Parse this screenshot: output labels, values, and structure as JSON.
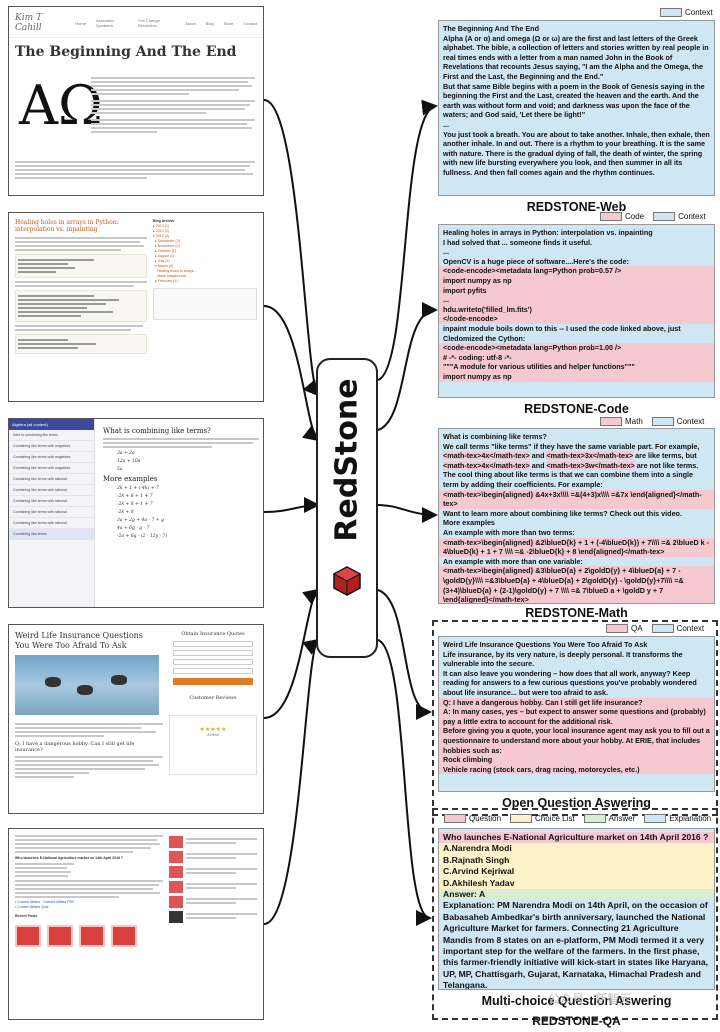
{
  "center": {
    "label": "RedStone"
  },
  "screenshots": {
    "web": {
      "logo": "Kim T Cahill",
      "nav": [
        "Home",
        "Ascended Speakers",
        "The Change Revolution",
        "About",
        "Blog",
        "Store",
        "Contact"
      ],
      "title": "The Beginning And The End"
    },
    "code": {
      "title": "Healing holes in arrays in Python: interpolation vs. inpainting",
      "sidebar_heading": "Blog Archive"
    },
    "math": {
      "sidebar_heading": "Algebra (all content)",
      "sidebar_items": [
        "Intro to combining like terms",
        "Combining like terms with negatives",
        "Combining like terms with negatives",
        "Combining like terms with negatives",
        "Combining like terms with rational",
        "Combining like terms with rational",
        "Combining like terms with rational",
        "Combining like terms with rational",
        "Combining like terms with rational",
        "Combining like terms"
      ],
      "heading1": "What is combining like terms?",
      "heading2": "More examples",
      "equations": [
        "3a + 2a",
        "12a + 10a",
        "5a",
        "2k + 1 + (-4k) + 7",
        "-2k + 8 + 1 + 7",
        "-2k + 8 + 1 + 7",
        "-2k + 8",
        "3a + 2g + 4a - 7 + g",
        "4a + 6g - g - 7",
        "-2a + 6g - (2 - 12y - 7)"
      ]
    },
    "qa": {
      "title": "Weird Life Insurance Questions You Were Too Afraid To Ask",
      "side_title": "Obtain Insurance Quotes",
      "reviews_title": "Customer Reviews",
      "reviewer": "A Henri",
      "question": "Q: I have a dangerous hobby. Can I still get life insurance?"
    },
    "mc": {
      "heading": "Who launches E-National Agriculture market on 14th April 2016 ?",
      "recent_posts": "Recent Posts"
    }
  },
  "panels": {
    "web": {
      "legend": [
        "Context"
      ],
      "caption": "REDSTONE-Web",
      "text": "The Beginning And The End\nAlpha (A or α) and omega (Ω or ω) are the first and last letters of the Greek alphabet. The bible, a collection of letters and stories written by real people in real times ends with a letter from a man named John in the Book of Revelations that recounts Jesus saying, \"I am the Alpha and the Omega, the First and the Last, the Beginning and the End.\"\nBut that same Bible begins with a poem in the Book of Genesis saying in the beginning the First and the Last, created the heaven and the earth. And the earth was without form and void; and darkness was upon the face of the waters; and God said, 'Let there be light!\"\n...\nYou just took a breath. You are about to take another. Inhale, then exhale, then another inhale. In and out. There is a rhythm to your breathing. It is the same with nature. There is the gradual dying of fall, the death of winter, the spring with new life bursting everywhere you look, and then summer in all its fullness. And then fall comes again and the rhythm continues."
    },
    "code": {
      "legend": [
        "Code",
        "Context"
      ],
      "caption": "REDSTONE-Code",
      "blocks": [
        {
          "type": "context",
          "text": "Healing holes in arrays in Python: interpolation vs. inpainting\nI had solved that ... someone finds it useful.\n..."
        },
        {
          "type": "context",
          "text": "OpenCV is a huge piece of software....Here's the code:"
        },
        {
          "type": "code",
          "text": "<code-encode><metadata lang=Python prob=0.57 />\nimport numpy as np\nimport pyfits\n...\nhdu.writeto('filled_lm.fits')\n</code-encode>"
        },
        {
          "type": "context",
          "text": "inpaint module boils down to this -- I used the code linked above, just Cledomized the Cython:"
        },
        {
          "type": "code",
          "text": "<code-encode><metadata lang=Python prob=1.00 />\n# -*- coding: utf-8 -*-\n\"\"\"A module for various utilities and helper functions\"\"\"\nimport numpy as np"
        }
      ]
    },
    "math": {
      "legend": [
        "Math",
        "Context"
      ],
      "caption": "REDSTONE-Math",
      "html": "What is combining like terms?<br>We call terms \"like terms\" if they have the same variable part. For example, <span class=\"pink-word\">&lt;math-tex&gt;4x&lt;/math-tex&gt;</span> and <span class=\"pink-word\">&lt;math-tex&gt;3x&lt;/math-tex&gt;</span> are like terms, but <span class=\"pink-word\">&lt;math-tex&gt;4x&lt;/math-tex&gt;</span> and <span class=\"pink-word\">&lt;math-tex&gt;3w&lt;/math-tex&gt;</span> are not like terms.<br>The cool thing about like terms is that we can combine them into a single term by adding their coefficients. For example:"
    },
    "qa": {
      "legend": [
        "QA",
        "Context"
      ],
      "caption": "Open Question Aswering",
      "context1": "Weird Life Insurance Questions You Were Too Afraid To Ask\nLife insurance, by its very nature, is deeply personal. It transforms the vulnerable into the secure.\nIt can also leave you wondering – how does that all work, anyway? Keep reading for answers to a few curious questions you've probably wondered about life insurance... but were too afraid to ask.",
      "qa_text": "Q: I have a dangerous hobby. Can I still get life insurance?\nA: In many cases, yes – but expect to answer some questions and (probably) pay a little extra to account for the additional risk.\nBefore giving you a quote, your local insurance agent may ask you to fill out a questionnaire to understand more about your hobby. At ERIE, that includes hobbies such as:\nRock climbing\nVehicle racing (stock cars, drag racing, motorcycles, etc.)"
    },
    "mc": {
      "legend": [
        "Question",
        "Choice List",
        "Answer",
        "Explanation"
      ],
      "caption": "Multi-choice Question Aswering",
      "question": "Who launches E-National Agriculture market on 14th April 2016 ?",
      "choices": [
        "A.Narendra Modi",
        "B.Rajnath Singh",
        "C.Arvind Kejriwal",
        "D.Akhilesh Yadav"
      ],
      "answer": "Answer: A",
      "explanation": "Explanation: PM Narendra Modi on 14th April, on the occasion of Babasaheb Ambedkar's birth anniversary, launched the National Agriculture Market for farmers. Connecting 21 Agriculture Mandis from 8 states on an e-platform, PM Modi termed it a very important step for the welfare of the farmers. In the first phase, this farmer-friendly initiative will kick-start in states like Haryana, UP, MP, Chattisgarh, Gujarat, Karnataka, Himachal Pradesh and Telangana."
    },
    "qa_group_caption": "REDSTONE-QA"
  },
  "watermark": "公众号 · 新智元",
  "colors": {
    "context": "#cfe7f4",
    "code": "#f5c9cf",
    "question_choice": "#fdf2c8",
    "answer": "#d7efd0",
    "cube": "#d0312d"
  }
}
